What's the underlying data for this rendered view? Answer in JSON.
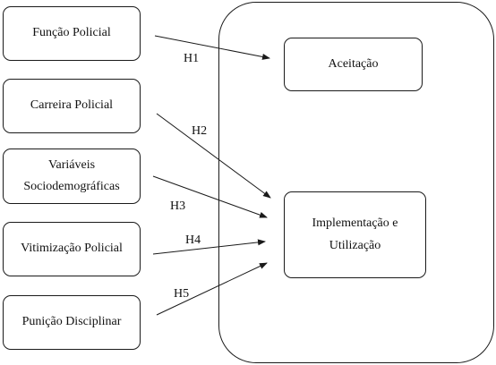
{
  "constructs": {
    "funcao_policial": "Função Policial",
    "carreira_policial": "Carreira Policial",
    "variaveis_line1": "Variáveis",
    "variaveis_line2": "Sociodemográficas",
    "vitimizacao_policial": "Vitimização Policial",
    "punicao_disciplinar": "Punição Disciplinar"
  },
  "outcomes": {
    "aceitacao": "Aceitação",
    "implementacao_line1": "Implementação e",
    "implementacao_line2": "Utilização"
  },
  "hypotheses": {
    "h1": "H1",
    "h2": "H2",
    "h3": "H3",
    "h4": "H4",
    "h5": "H5"
  },
  "colors": {
    "line": "#1a1a1a",
    "text": "#111111",
    "background": "#ffffff"
  }
}
